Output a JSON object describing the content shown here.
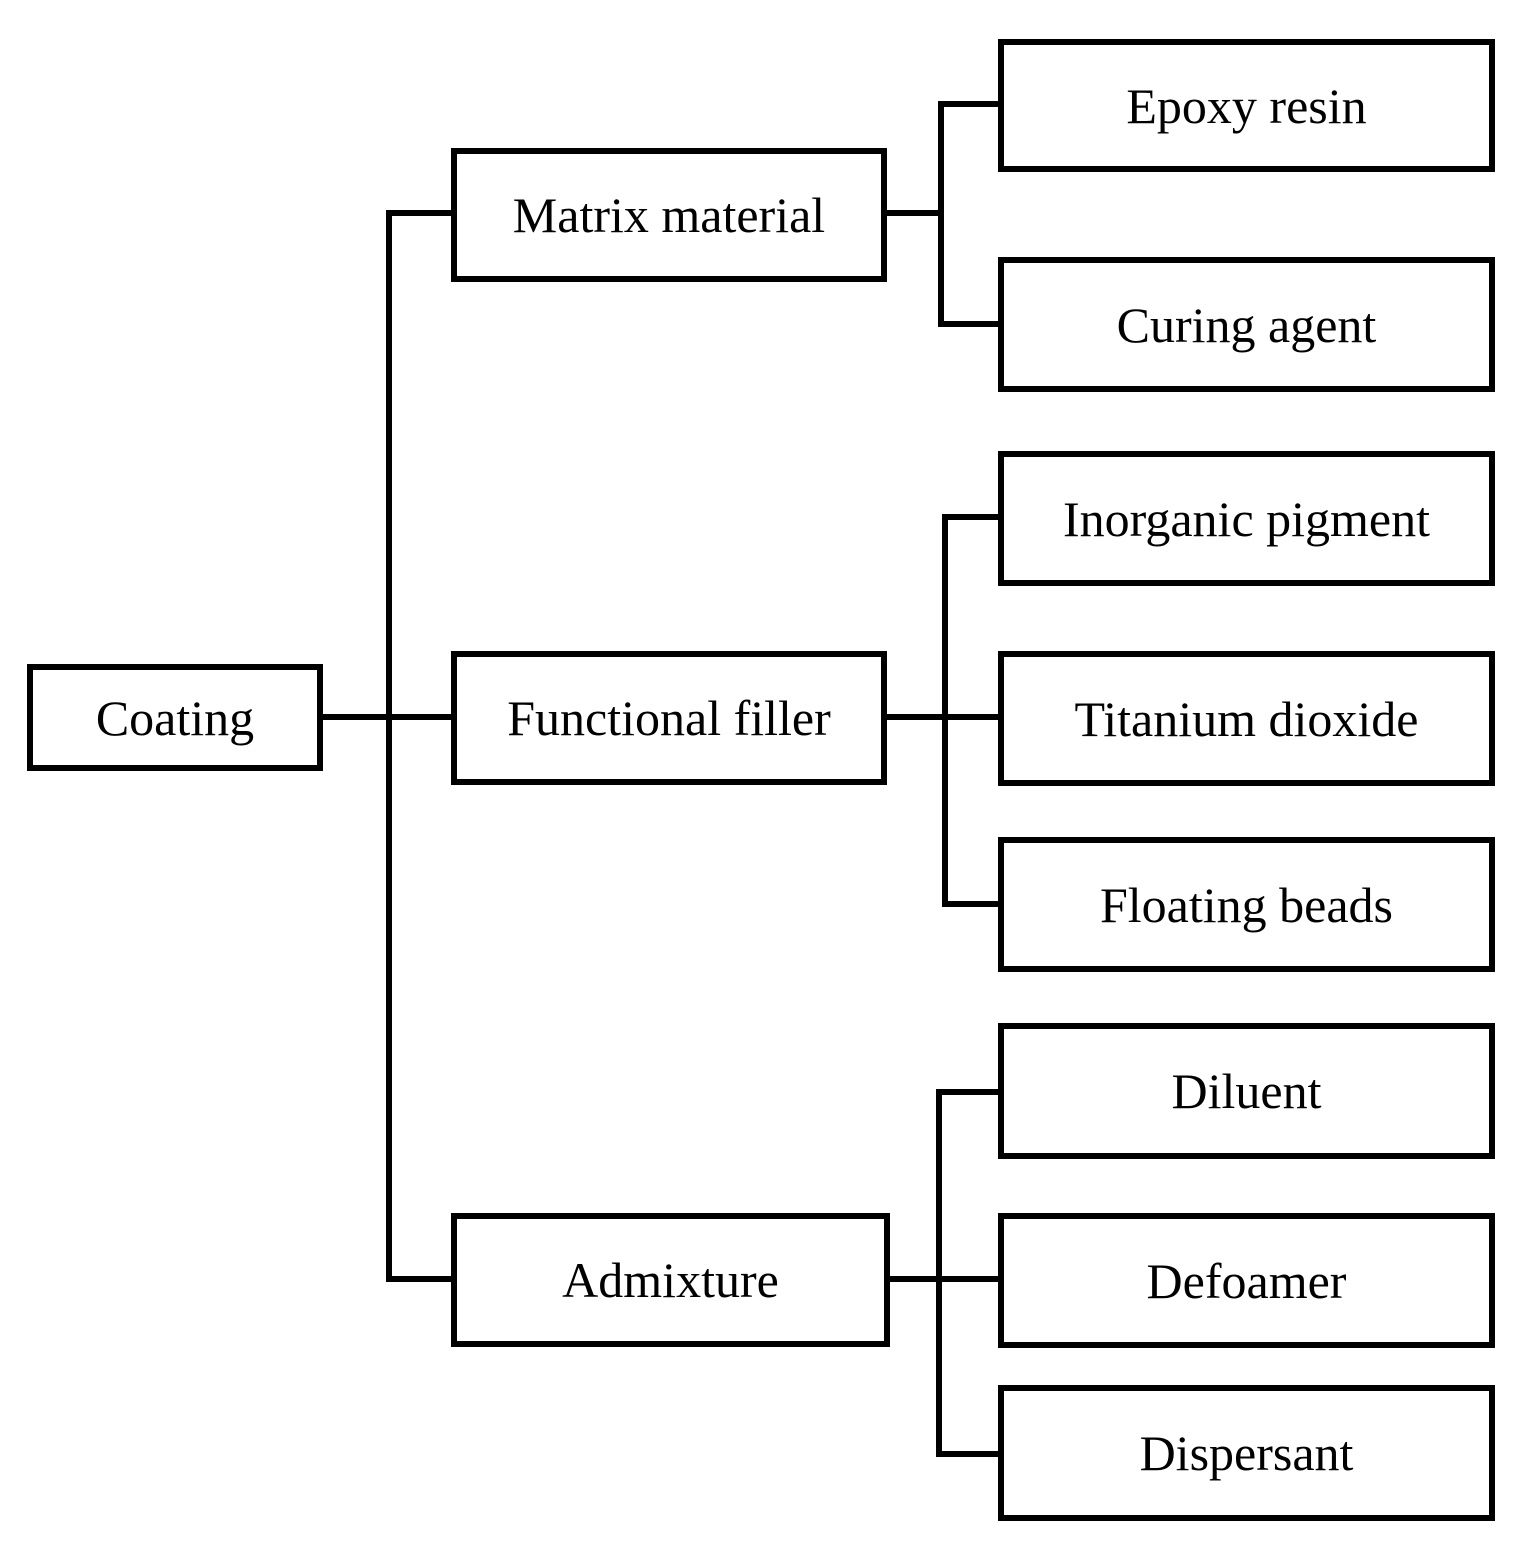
{
  "diagram": {
    "root": {
      "label": "Coating"
    },
    "branches": [
      {
        "label": "Matrix material",
        "children": [
          {
            "label": "Epoxy resin"
          },
          {
            "label": "Curing agent"
          }
        ]
      },
      {
        "label": "Functional filler",
        "children": [
          {
            "label": "Inorganic pigment"
          },
          {
            "label": "Titanium dioxide"
          },
          {
            "label": "Floating beads"
          }
        ]
      },
      {
        "label": "Admixture",
        "children": [
          {
            "label": "Diluent"
          },
          {
            "label": "Defoamer"
          },
          {
            "label": "Dispersant"
          }
        ]
      }
    ]
  }
}
